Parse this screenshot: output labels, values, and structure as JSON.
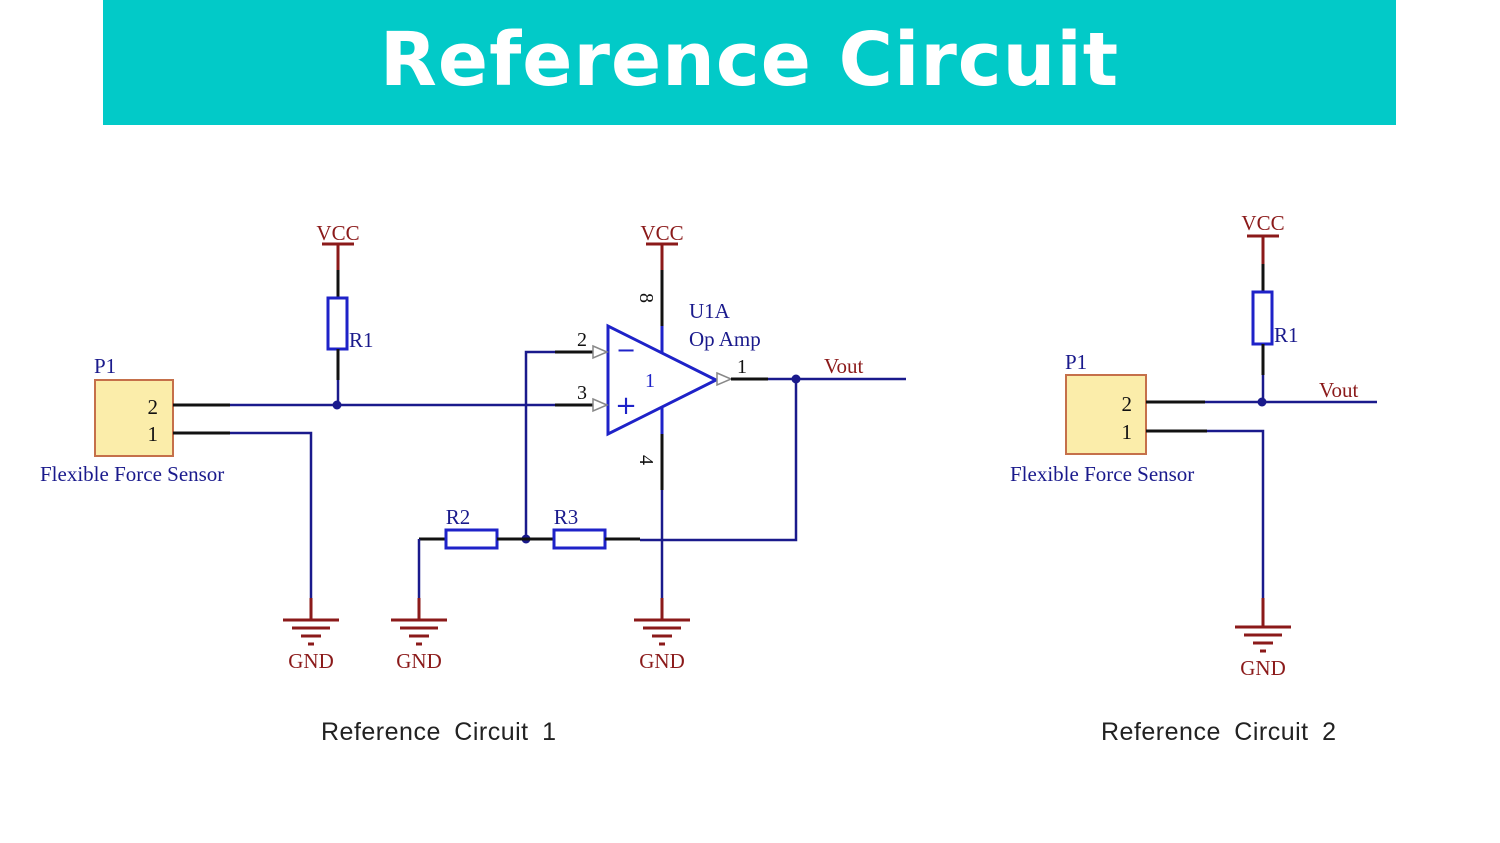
{
  "header": {
    "title": "Reference Circuit"
  },
  "colors": {
    "banner": "#02cac8",
    "wire": "#1a1a8c",
    "component": "#1e22c8",
    "power": "#8b1a1a",
    "pin": "#111111",
    "sensor_fill": "#fbedaa",
    "sensor_border": "#c5704a"
  },
  "circuit1": {
    "caption": "Reference Circuit  1",
    "vcc1": "VCC",
    "vcc2": "VCC",
    "r1": "R1",
    "r2": "R2",
    "r3": "R3",
    "sensor": {
      "designator": "P1",
      "pin2": "2",
      "pin1": "1",
      "name": "Flexible Force Sensor"
    },
    "opamp": {
      "designator": "U1A",
      "name": "Op Amp",
      "unit": "1",
      "pin_inv": "2",
      "pin_noninv": "3",
      "pin_out": "1",
      "pin_vcc": "8",
      "pin_gnd": "4",
      "minus": "−",
      "plus": "+"
    },
    "vout": "Vout",
    "gnd1": "GND",
    "gnd2": "GND",
    "gnd3": "GND"
  },
  "circuit2": {
    "caption": "Reference Circuit  2",
    "vcc": "VCC",
    "r1": "R1",
    "sensor": {
      "designator": "P1",
      "pin2": "2",
      "pin1": "1",
      "name": "Flexible Force Sensor"
    },
    "vout": "Vout",
    "gnd": "GND"
  }
}
